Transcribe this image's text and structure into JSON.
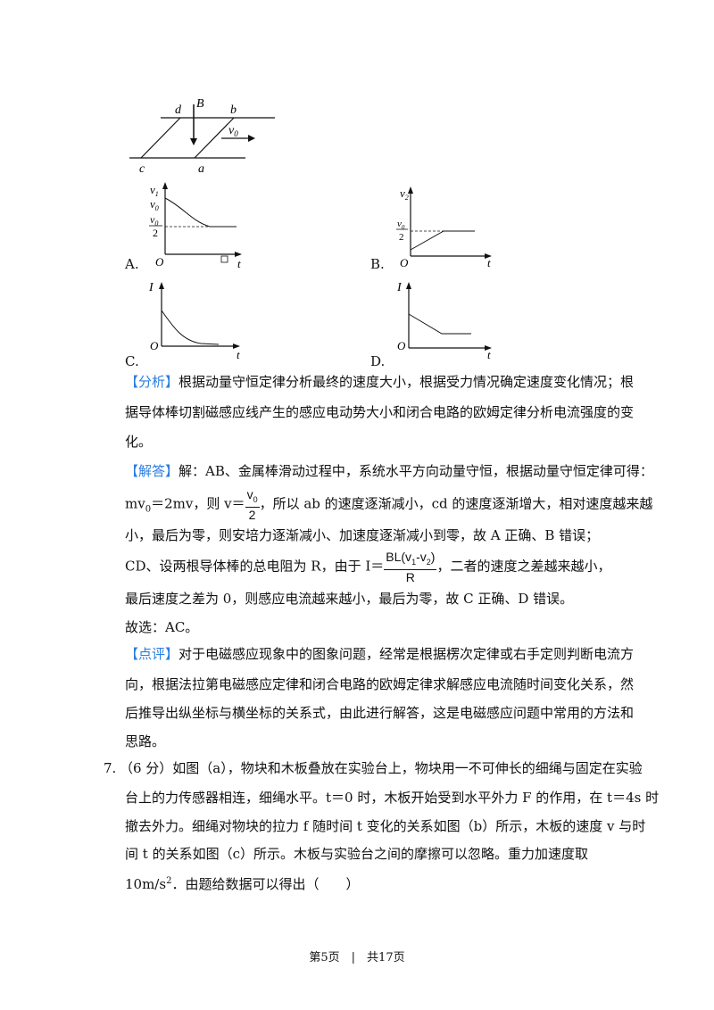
{
  "figure_top": {
    "labels": {
      "d": "d",
      "B": "B",
      "b": "b",
      "v0": "v",
      "v0_sub": "0",
      "c": "c",
      "a": "a"
    }
  },
  "graphs": {
    "A": {
      "option": "A.",
      "y_label_1": "v",
      "y_label_1_sub": "1",
      "y_label_2": "v",
      "y_label_2_sub": "0",
      "frac_num": "v",
      "frac_num_sub": "0",
      "frac_den": "2",
      "origin": "O",
      "x_label": "t"
    },
    "B": {
      "option": "B.",
      "y_label": "v",
      "y_label_sub": "2",
      "frac_num": "v",
      "frac_num_sub": "0",
      "frac_den": "2",
      "origin": "O",
      "x_label": "t"
    },
    "C": {
      "option": "C.",
      "y_label": "I",
      "origin": "O",
      "x_label": "t"
    },
    "D": {
      "option": "D.",
      "y_label": "I",
      "origin": "O",
      "x_label": "t"
    }
  },
  "analysis": {
    "tag": "【分析】",
    "line1": "根据动量守恒定律分析最终的速度大小，根据受力情况确定速度变化情况；根",
    "line2": "据导体棒切割磁感应线产生的感应电动势大小和闭合电路的欧姆定律分析电流强度的变",
    "line3": "化。"
  },
  "solution": {
    "tag": "【解答】",
    "line1": "解：AB、金属棒滑动过程中，系统水平方向动量守恒，根据动量守恒定律可得：",
    "line2_pre": "mv",
    "line2_sub": "0",
    "line2_mid": "＝2mv，则 v＝",
    "frac1_num": "v",
    "frac1_num_sub": "0",
    "frac1_den": "2",
    "line2_post": "，所以 ab 的速度逐渐减小，cd 的速度逐渐增大，相对速度越来越",
    "line3": "小，最后为零，则安培力逐渐减小、加速度逐渐减小到零，故 A 正确、B 错误；",
    "line4_pre": "CD、设两根导体棒的总电阻为 R，由于 I＝",
    "frac2_num": "BL(v",
    "frac2_num_sub1": "1",
    "frac2_num_mid": "-v",
    "frac2_num_sub2": "2",
    "frac2_num_end": ")",
    "frac2_den": "R",
    "line4_post": "，二者的速度之差越来越小，",
    "line5": "最后速度之差为 0，则感应电流越来越小，最后为零，故 C 正确、D 错误。",
    "line6": "故选：AC。"
  },
  "comment": {
    "tag": "【点评】",
    "line1": "对于电磁感应现象中的图象问题，经常是根据楞次定律或右手定则判断电流方",
    "line2": "向，根据法拉第电磁感应定律和闭合电路的欧姆定律求解感应电流随时间变化关系，然",
    "line3": "后推导出纵坐标与横坐标的关系式，由此进行解答，这是电磁感应问题中常用的方法和",
    "line4": "思路。"
  },
  "question7": {
    "number": "7.",
    "line1": "（6 分）如图（a），物块和木板叠放在实验台上，物块用一不可伸长的细绳与固定在实验",
    "line2": "台上的力传感器相连，细绳水平。t＝0 时，木板开始受到水平外力 F 的作用，在 t＝4s 时",
    "line3": "撤去外力。细绳对物块的拉力 f 随时间 t 变化的关系如图（b）所示，木板的速度 v 与时",
    "line4": "间 t 的关系如图（c）所示。木板与实验台之间的摩擦可以忽略。重力加速度取",
    "line5_pre": "10m/s",
    "line5_sup": "2",
    "line5_post": "．由题给数据可以得出（　　）"
  },
  "footer": {
    "text": "第5页　|　共17页"
  }
}
